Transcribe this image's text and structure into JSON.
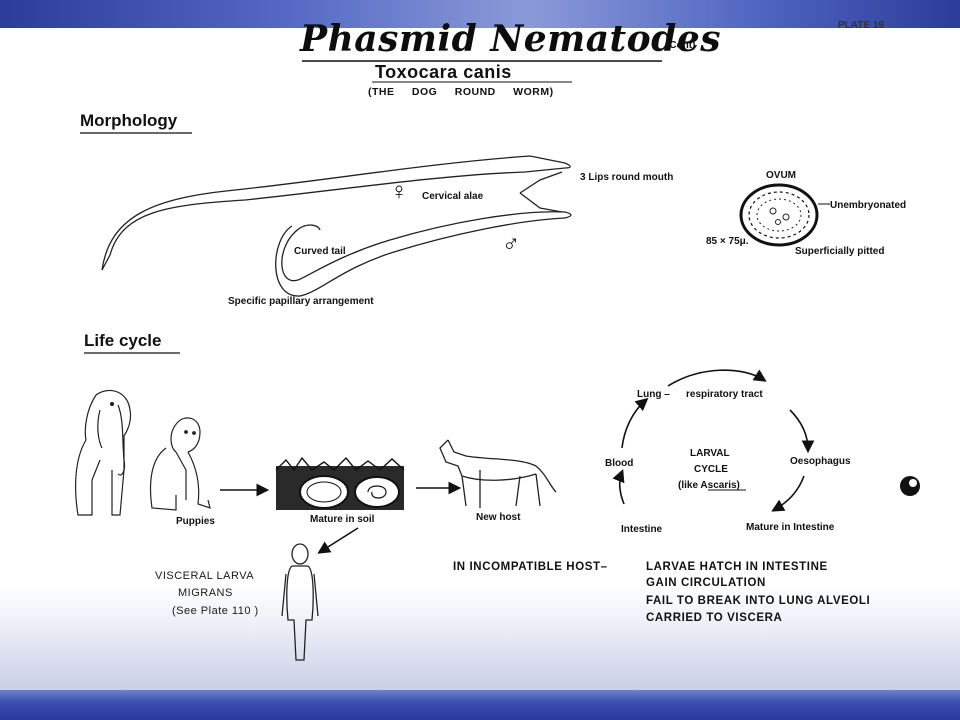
{
  "slide": {
    "title": "Phasmid Nematodes",
    "title_suffix": "(Cont)",
    "plate_number": "PLATE 19",
    "subtitle": "Toxocara canis",
    "subtitle_note": "(THE DOG ROUND WORM)",
    "colors": {
      "band": "#2b3f9c",
      "ink": "#111111",
      "paper": "#ffffff"
    }
  },
  "morphology": {
    "heading": "Morphology",
    "lips": "3 Lips round mouth",
    "female_symbol": "♀",
    "male_symbol": "♂",
    "cervical_alae": "Cervical alae",
    "curved_tail": "Curved tail",
    "papillary": "Specific papillary arrangement",
    "ovum_heading": "OVUM",
    "ovum_state": "Unembryonated",
    "ovum_size": "85 × 75μ.",
    "ovum_surface": "Superficially pitted"
  },
  "life_cycle": {
    "heading": "Life cycle",
    "puppies": "Puppies",
    "mature_in_soil": "Mature in soil",
    "new_host": "New host",
    "larval_cycle_title": "LARVAL",
    "larval_cycle_title2": "CYCLE",
    "larval_cycle_note": "(like Ascaris)",
    "lung": "Lung –",
    "respiratory_tract": "respiratory tract",
    "oesophagus": "Oesophagus",
    "mature_intestine": "Mature in Intestine",
    "intestine": "Intestine",
    "blood": "Blood",
    "vlm_line1": "VISCERAL LARVA",
    "vlm_line2": "MIGRANS",
    "vlm_line3": "(See Plate 110 )",
    "incompatible_label": "IN INCOMPATIBLE HOST–",
    "incompatible_points": [
      "LARVAE HATCH IN INTESTINE",
      "GAIN CIRCULATION",
      "FAIL TO BREAK INTO LUNG ALVEOLI",
      "CARRIED TO VISCERA"
    ]
  }
}
